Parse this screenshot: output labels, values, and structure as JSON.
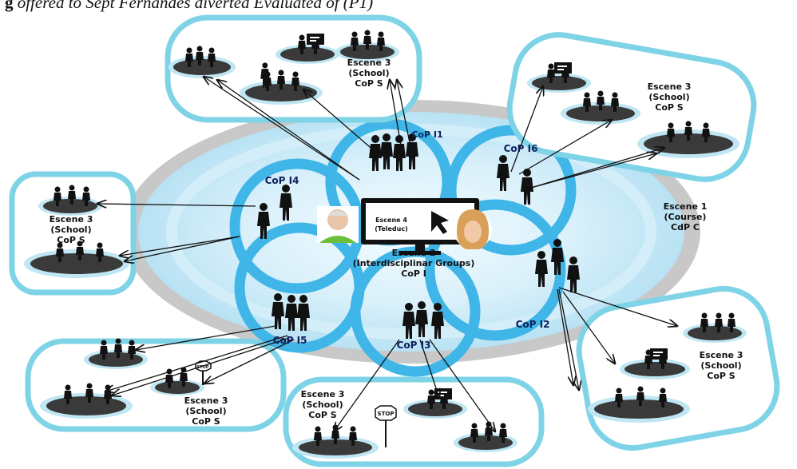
{
  "caption": {
    "prefix": "g",
    "text": "offered to Sept Fernandes diverted Evaluated of (P1)"
  },
  "scene1": {
    "line1": "Escene 1",
    "line2": "(Course)",
    "line3": "CdP C"
  },
  "scene2": {
    "line1": "Escene 2",
    "line2": "(Interdisciplinar Groups)",
    "line3": "CoP I"
  },
  "scene4": {
    "line1": "Escene 4",
    "line2": "(Teleduc)"
  },
  "school": {
    "line1": "Escene 3",
    "line2": "(School)",
    "line3": "CoP S"
  },
  "cops": {
    "i1": "CoP I1",
    "i2": "CoP I2",
    "i3": "CoP I3",
    "i4": "CoP I4",
    "i5": "CoP I5",
    "i6": "CoP I6"
  },
  "stop_sign": "STOP",
  "colors": {
    "ring": "#3fb5e8",
    "bubble_border": "#7fd3e6",
    "ellipse_outer": "#c8c8c8",
    "ellipse_inner": "#cdeaf6"
  }
}
